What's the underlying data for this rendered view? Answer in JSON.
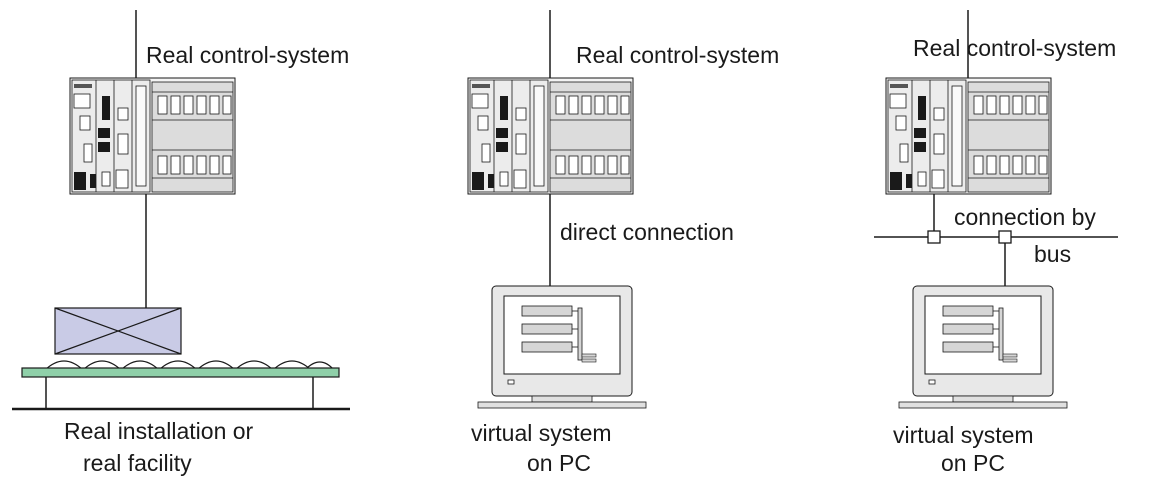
{
  "panels": [
    {
      "id": "real",
      "controller_label": "Real control-system",
      "target_label_line1": "Real installation or",
      "target_label_line2": "real facility"
    },
    {
      "id": "direct",
      "controller_label": "Real control-system",
      "connection_label": "direct connection",
      "target_label_line1": "virtual  system",
      "target_label_line2": "on PC"
    },
    {
      "id": "bus",
      "controller_label": "Real control-system",
      "connection_label_line1": "connection by",
      "connection_label_line2": "bus",
      "target_label_line1": "virtual  system",
      "target_label_line2": "on PC"
    }
  ],
  "colors": {
    "line": "#1a1a1a",
    "plc_body": "#f2f2f2",
    "plc_rack": "#d9d9d9",
    "monitor_bezel": "#e8e8e8",
    "machine_box": "#c9cbe6",
    "conveyor": "#8fd0a9"
  }
}
